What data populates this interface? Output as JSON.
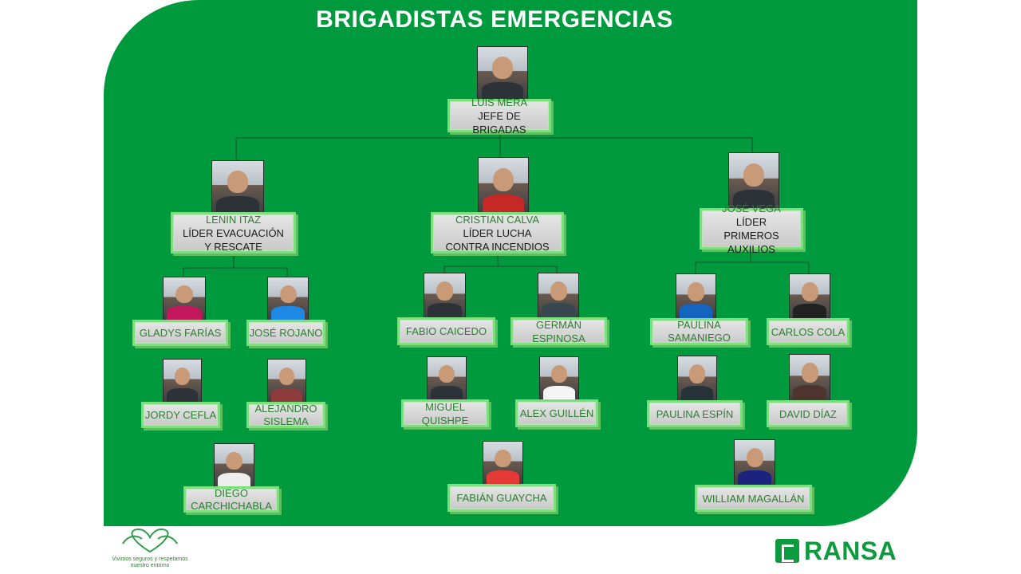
{
  "title": "BRIGADISTAS EMERGENCIAS",
  "chief": {
    "name": "LUIS MERA",
    "role": "JEFE DE BRIGADAS"
  },
  "leaders": [
    {
      "name": "LENIN ITAZ",
      "role": "LÍDER EVACUACIÓN Y RESCATE"
    },
    {
      "name": "CRISTIAN CALVA",
      "role": "LÍDER LUCHA CONTRA INCENDIOS"
    },
    {
      "name": "JOSÉ VEGA",
      "role": "LÍDER PRIMEROS AUXILIOS"
    }
  ],
  "members": {
    "evacuation": [
      "GLADYS FARÍAS",
      "JOSÉ ROJANO",
      "JORDY CEFLA",
      "ALEJANDRO SISLEMA",
      "DIEGO CARCHICHABLA"
    ],
    "fire": [
      "FABIO CAICEDO",
      "GERMÁN ESPINOSA",
      "MIGUEL QUISHPE",
      "ALEX GUILLÉN",
      "FABIÁN GUAYCHA"
    ],
    "first_aid": [
      "PAULINA SAMANIEGO",
      "CARLOS COLA",
      "PAULINA ESPÍN",
      "DAVID DÍAZ",
      "WILLIAM MAGALLÁN"
    ]
  },
  "footer": {
    "slogan_line1": "Vivimos seguros y respetamos",
    "slogan_line2": "nuestro entorno",
    "brand": "RANSA"
  },
  "colors": {
    "panel": "#009a3e",
    "box_border": "#7be07b",
    "name_text": "#2e7d32",
    "brand": "#0e9b3f"
  }
}
